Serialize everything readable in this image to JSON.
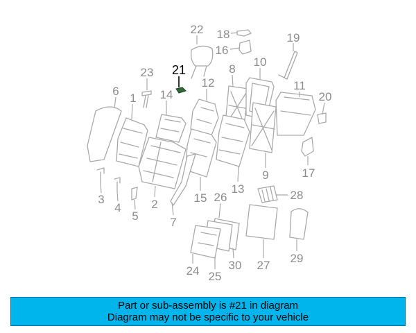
{
  "colors": {
    "banner_background": "#00b4ec",
    "line_gray": "#a9a9a9",
    "label_gray": "#8c8c8c",
    "highlight_part": "#2d6b3a"
  },
  "diagram": {
    "highlighted_label": "21",
    "labels": [
      "1",
      "2",
      "3",
      "4",
      "5",
      "6",
      "7",
      "8",
      "9",
      "10",
      "11",
      "12",
      "13",
      "14",
      "15",
      "16",
      "17",
      "18",
      "19",
      "20",
      "22",
      "23",
      "24",
      "25",
      "26",
      "27",
      "28",
      "29",
      "30"
    ]
  },
  "banner": {
    "line1": "Part or sub-assembly is #21 in diagram",
    "line2": "Diagram may not be specific to your vehicle"
  }
}
